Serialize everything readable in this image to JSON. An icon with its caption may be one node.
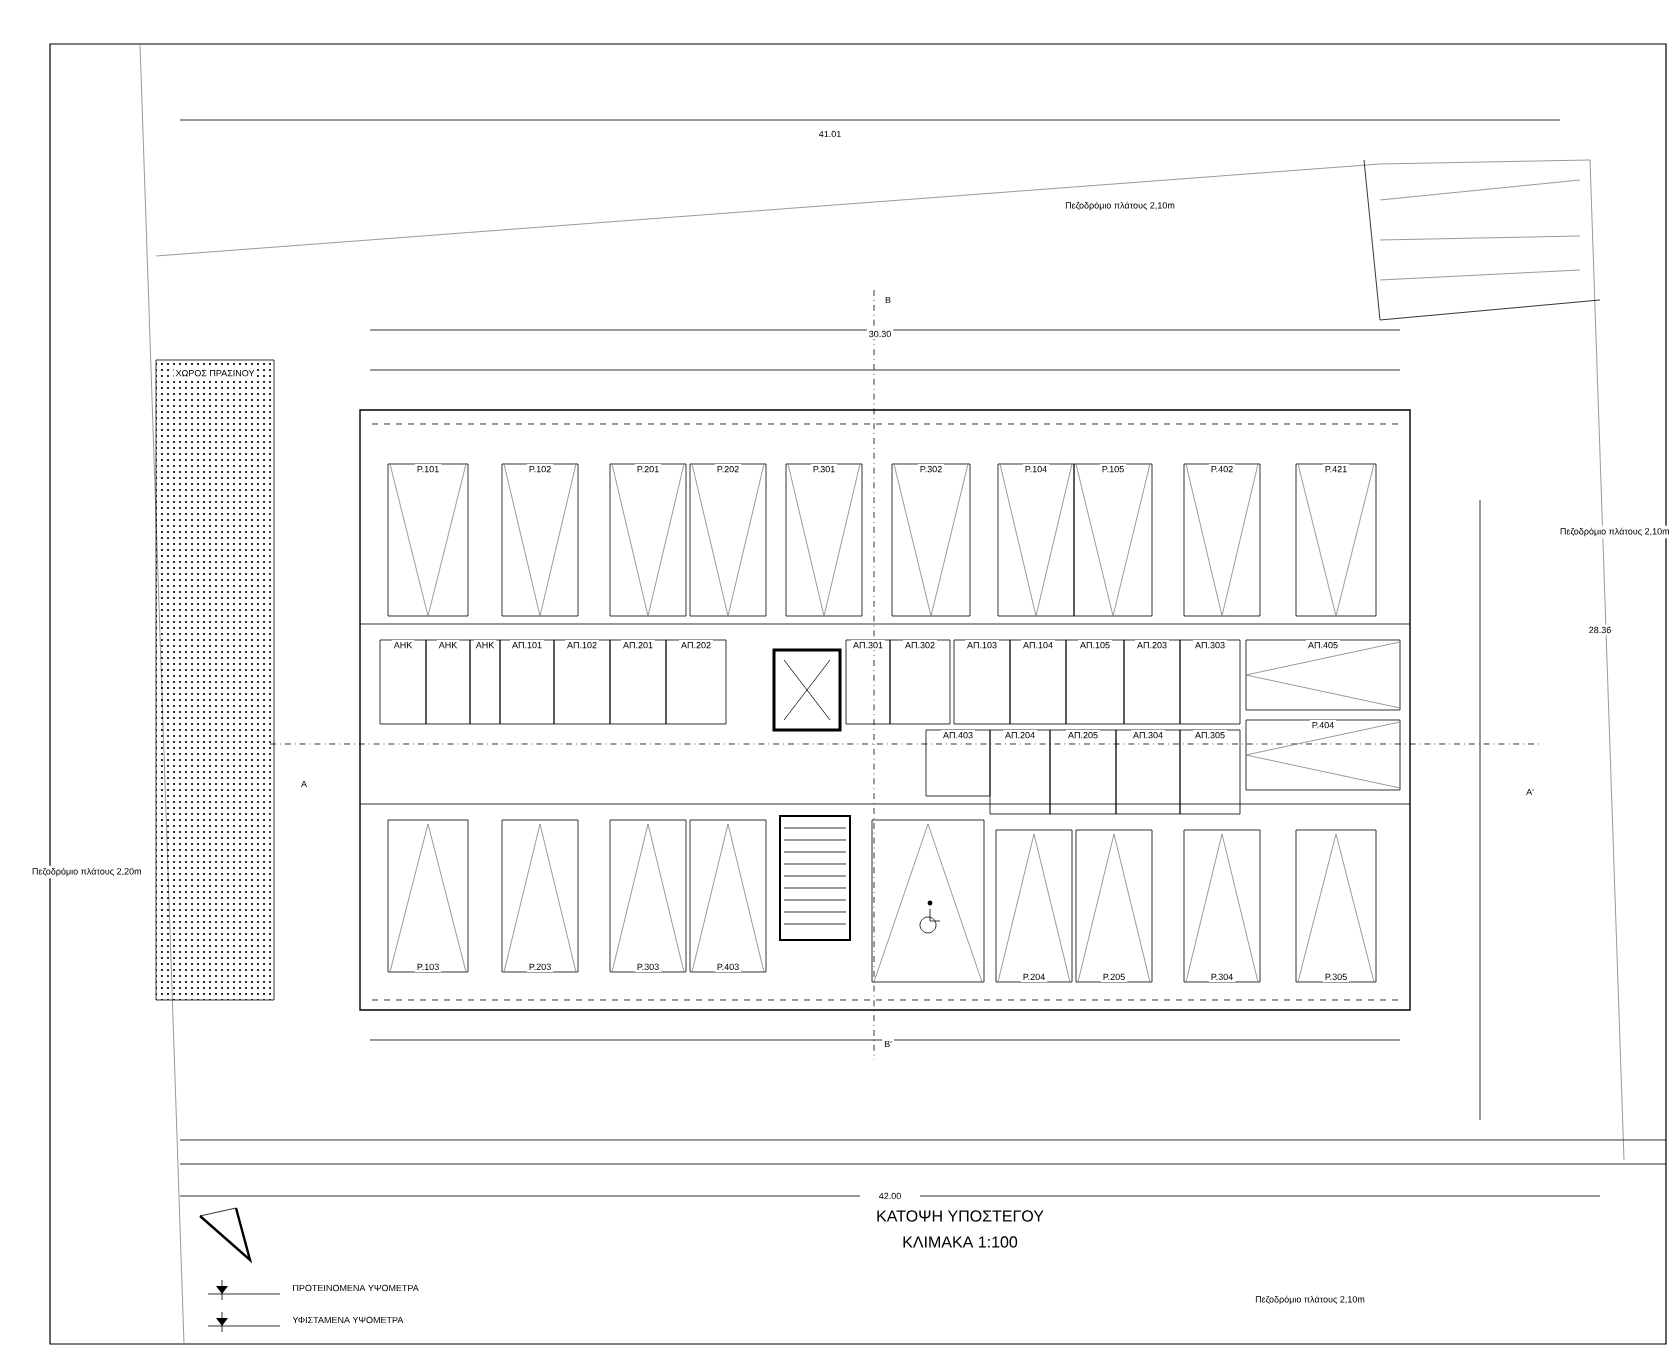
{
  "diagram": {
    "title": "ΚΑΤΟΨΗ ΥΠΟΣΤΕΓΟΥ",
    "nodes": [
      {
        "text": [
          "ΧΩΡΟΣ ΠΡΑΣΙΝΟΥ"
        ]
      },
      {
        "text": [
          "P.101"
        ]
      },
      {
        "text": [
          "P.102"
        ]
      },
      {
        "text": [
          "P.201"
        ]
      },
      {
        "text": [
          "P.202"
        ]
      },
      {
        "text": [
          "P.301"
        ]
      },
      {
        "text": [
          "P.302"
        ]
      },
      {
        "text": [
          "P.104"
        ]
      },
      {
        "text": [
          "P.105"
        ]
      },
      {
        "text": [
          "P.402"
        ]
      },
      {
        "text": [
          "P.421"
        ]
      },
      {
        "text": [
          "ΑΗΚ"
        ]
      },
      {
        "text": [
          "ΑΗΚ"
        ]
      },
      {
        "text": [
          "ΑΗΚ"
        ]
      },
      {
        "text": [
          "ΑΠ.101"
        ]
      },
      {
        "text": [
          "ΑΠ.102"
        ]
      },
      {
        "text": [
          "ΑΠ.201"
        ]
      },
      {
        "text": [
          "ΑΠ.202"
        ]
      },
      {
        "text": [
          "ΑΠ.301"
        ]
      },
      {
        "text": [
          "ΑΠ.302"
        ]
      },
      {
        "text": [
          "ΑΠ.103"
        ]
      },
      {
        "text": [
          "ΑΠ.104"
        ]
      },
      {
        "text": [
          "ΑΠ.105"
        ]
      },
      {
        "text": [
          "ΑΠ.203"
        ]
      },
      {
        "text": [
          "ΑΠ.303"
        ]
      },
      {
        "text": [
          "ΑΠ.405"
        ]
      },
      {
        "text": [
          "P.404"
        ]
      },
      {
        "text": [
          "ΑΠ.403"
        ]
      },
      {
        "text": [
          "ΑΠ.204"
        ]
      },
      {
        "text": [
          "ΑΠ.205"
        ]
      },
      {
        "text": [
          "ΑΠ.304"
        ]
      },
      {
        "text": [
          "ΑΠ.305"
        ]
      },
      {
        "text": [
          "P.103"
        ]
      },
      {
        "text": [
          "P.203"
        ]
      },
      {
        "text": [
          "P.303"
        ]
      },
      {
        "text": [
          "P.403"
        ]
      },
      {
        "text": [],
        "shape": "box"
      },
      {
        "text": [
          "P.204"
        ]
      },
      {
        "text": [
          "P.205"
        ]
      },
      {
        "text": [
          "P.304"
        ]
      },
      {
        "text": [
          "P.305"
        ]
      }
    ],
    "labels": [
      "41.01",
      "Πεζοδρόμιο πλάτους 2,10m",
      "B",
      "30.30",
      "Πεζοδρόμιο πλάτους 2,10m",
      "28.36",
      "A",
      "A'",
      "Πεζοδρόμιο πλάτους 2,20m",
      "B'",
      "42.00",
      "ΚΛΙΜΑΚΑ 1:100",
      "Πεζοδρόμιο πλάτους 2,10m"
    ],
    "legend": [
      {
        "text": "ΠΡΟΤΕΙΝΟΜΕΝΑ ΥΨΟΜΕΤΡΑ"
      },
      {
        "text": "ΥΦΙΣΤΑΜΕΝΑ ΥΨΟΜΕΤΡΑ"
      }
    ]
  }
}
